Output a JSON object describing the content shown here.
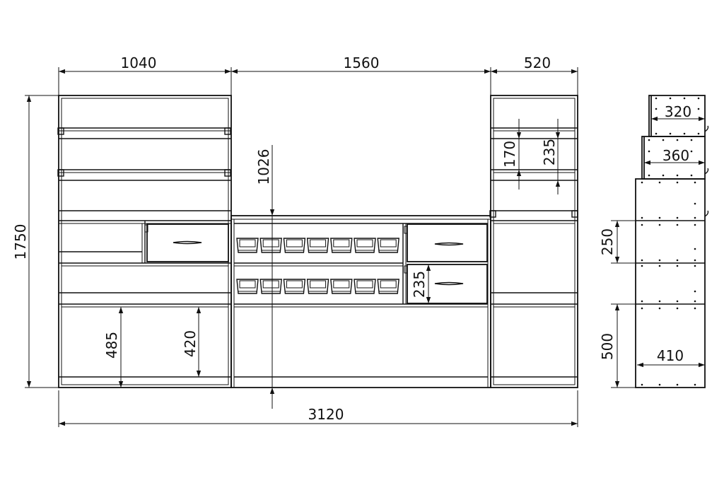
{
  "front_view": {
    "overall_width": "3120",
    "overall_height": "1750",
    "section_left_width": "1040",
    "section_middle_width": "1560",
    "section_right_width": "520",
    "middle_height": "1026",
    "left_lower_outer": "485",
    "left_lower_inner": "420",
    "right_shelf_gap": "170",
    "right_shelf_pitch": "235",
    "middle_drawer_height": "235"
  },
  "side_view": {
    "top_depth": "320",
    "mid_depth": "360",
    "base_depth": "410",
    "drawer_zone_height": "250",
    "base_height": "500"
  },
  "bins": {
    "rows": 2,
    "per_row": 7
  }
}
